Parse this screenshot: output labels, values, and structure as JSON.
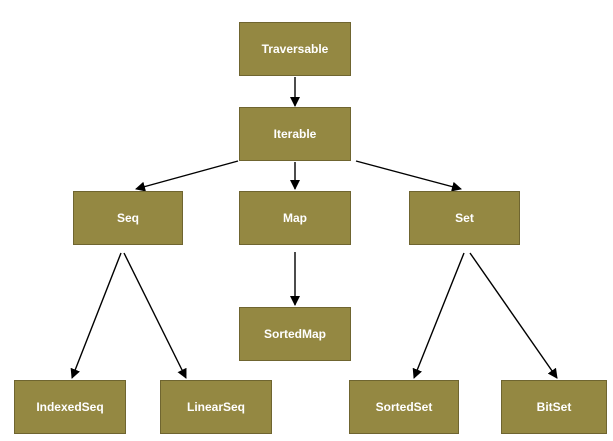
{
  "diagram": {
    "node_color": "#948842",
    "text_color": "#ffffff",
    "edge_color": "#000000",
    "nodes": [
      {
        "id": "traversable",
        "label": "Traversable"
      },
      {
        "id": "iterable",
        "label": "Iterable"
      },
      {
        "id": "seq",
        "label": "Seq"
      },
      {
        "id": "map",
        "label": "Map"
      },
      {
        "id": "set",
        "label": "Set"
      },
      {
        "id": "sortedmap",
        "label": "SortedMap"
      },
      {
        "id": "indexedseq",
        "label": "IndexedSeq"
      },
      {
        "id": "linearseq",
        "label": "LinearSeq"
      },
      {
        "id": "sortedset",
        "label": "SortedSet"
      },
      {
        "id": "bitset",
        "label": "BitSet"
      }
    ],
    "edges": [
      {
        "from": "traversable",
        "to": "iterable"
      },
      {
        "from": "iterable",
        "to": "seq"
      },
      {
        "from": "iterable",
        "to": "map"
      },
      {
        "from": "iterable",
        "to": "set"
      },
      {
        "from": "map",
        "to": "sortedmap"
      },
      {
        "from": "seq",
        "to": "indexedseq"
      },
      {
        "from": "seq",
        "to": "linearseq"
      },
      {
        "from": "set",
        "to": "sortedset"
      },
      {
        "from": "set",
        "to": "bitset"
      }
    ]
  }
}
